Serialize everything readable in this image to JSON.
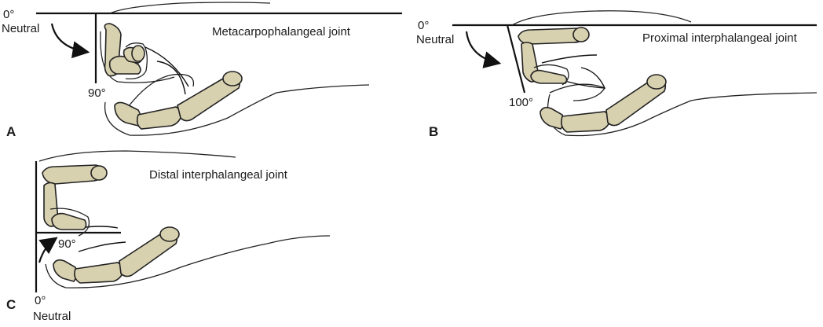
{
  "panels": [
    {
      "letter": "A",
      "joint_label": "Metacarpophalangeal joint",
      "start_label": "0°",
      "neutral_label": "Neutral",
      "end_label": "90°"
    },
    {
      "letter": "B",
      "joint_label": "Proximal interphalangeal joint",
      "start_label": "0°",
      "neutral_label": "Neutral",
      "end_label": "100°"
    },
    {
      "letter": "C",
      "joint_label": "Distal interphalangeal joint",
      "start_label": "0°",
      "neutral_label": "Neutral",
      "end_label": "90°"
    }
  ],
  "colors": {
    "bone": "#d8d1b0",
    "line": "#222222"
  }
}
